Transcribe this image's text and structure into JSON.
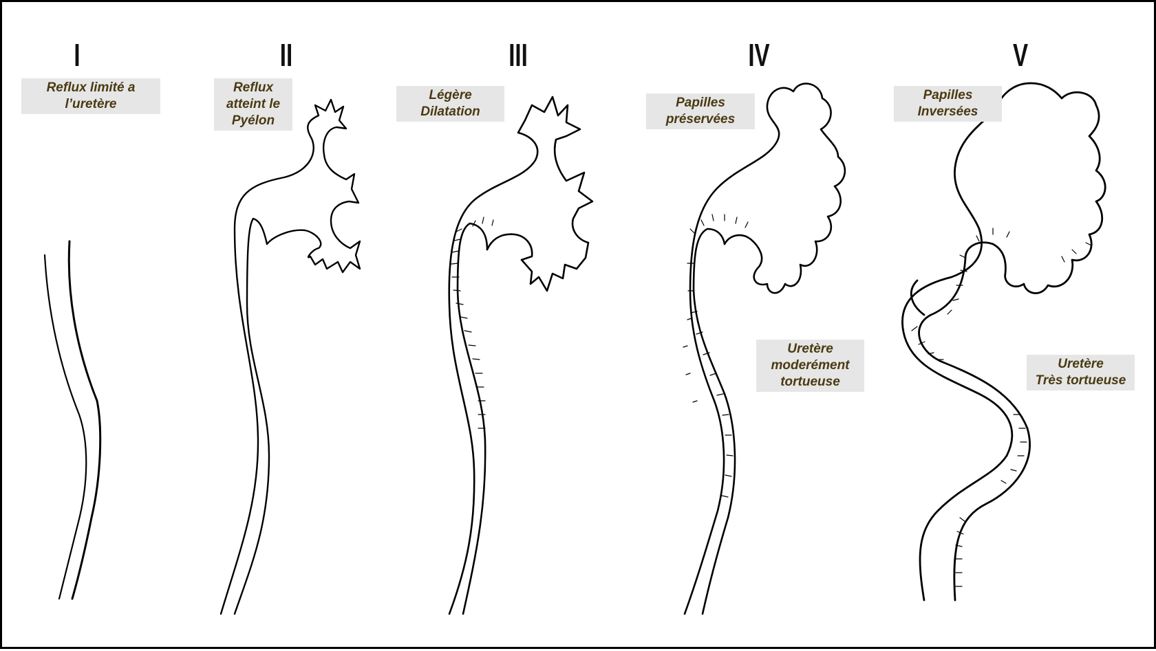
{
  "grades": [
    "I",
    "II",
    "III",
    "IV",
    "V"
  ],
  "labels": {
    "g1": "Reflux limité a\nl’uretère",
    "g2": "Reflux\natteint le\nPyélon",
    "g3": "Légère\nDilatation",
    "g4_top": "Papilles\npréservées",
    "g4_bottom": "Uretère\nmoderément\ntortueuse",
    "g5_top": "Papilles\nInversées",
    "g5_bottom": "Uretère\nTrès tortueuse"
  },
  "colors": {
    "label_bg": "#e6e6e6",
    "label_text": "#4a3a12",
    "ink": "#000000"
  }
}
